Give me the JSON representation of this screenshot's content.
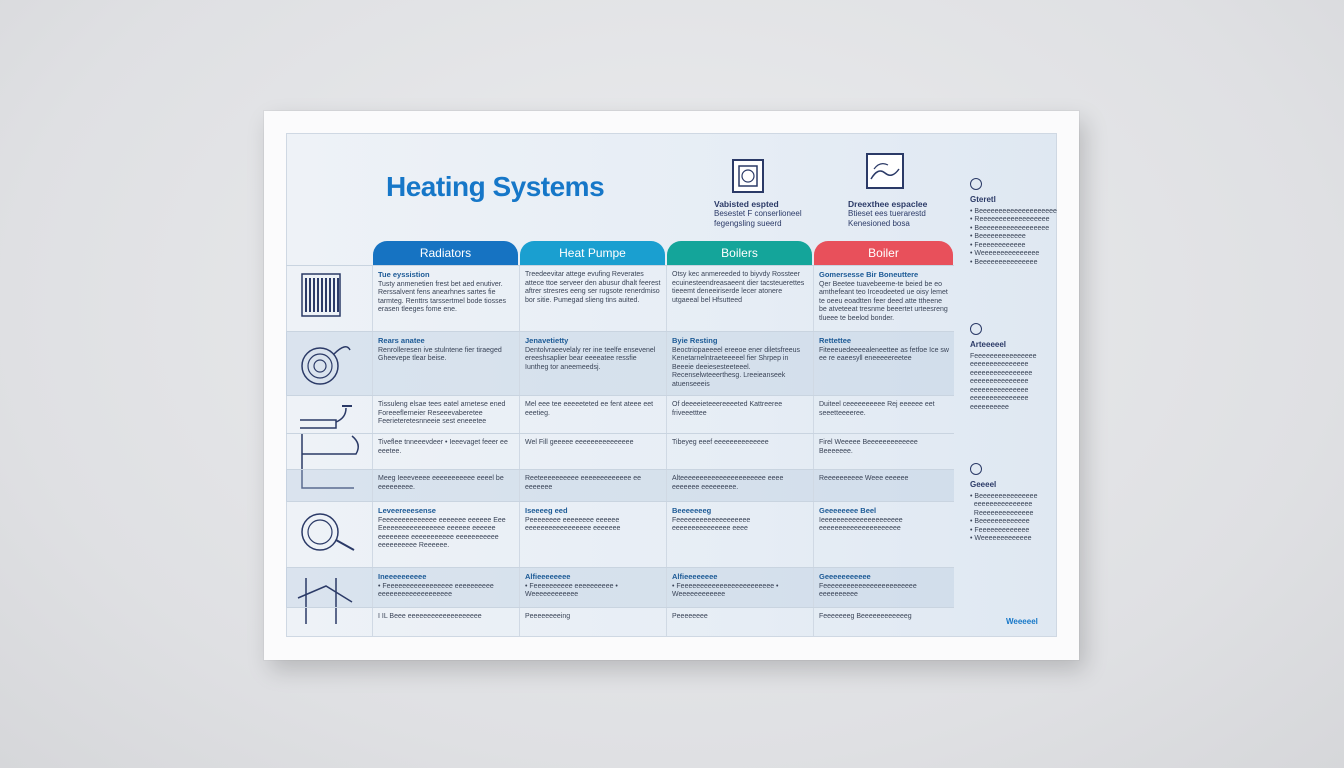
{
  "poster": {
    "title": "Heating Systems",
    "icon1_title": "Vabisted espted",
    "icon1_text": "Besestet F conserlioneel\nfegengsling sueerd",
    "icon2_title": "Dreexthee espaclee",
    "icon2_text": "Btieset ees tuerarestd\nKenesioned bosa",
    "tabs": [
      {
        "label": "Radiators",
        "color": "#1673c2"
      },
      {
        "label": "Heat Pumpe",
        "color": "#1a9fd0"
      },
      {
        "label": "Boilers",
        "color": "#14a59a"
      },
      {
        "label": "Boiler",
        "color": "#e8505b"
      }
    ],
    "rows": [
      {
        "icon": "radiator-icon",
        "cells": [
          {
            "h": "Tue eyssistion",
            "t": "Tusty anmenetien frest bet aed enutiver. Rerssalvent fens anearhnes sartes fie tarmteg. Renttrs tarssertmel bode tiosses erasen tleeges fome ene."
          },
          {
            "h": "",
            "t": "Treedeevitar attege evufing Reverates attece ttoe serveer den abusur dhalt feerest aftrer stresres eeng ser rugsote renerdmiso bor sitie. Pumegad slieng tins auited."
          },
          {
            "h": "",
            "t": "Otsy kec anmereeded to biyvdy Rossteer ecuinesteendreasaeent dier tacsteuerettes tieeemt deneeiriserde lecer atonere utgaeeal bel Hfsutteed"
          },
          {
            "h": "Gomersesse Bir Boneuttere",
            "t": "Qer Beetee tuavebeeme-te beied be eo amthefeant teo Irceodeeted ue oisy lemet te oeeu eoadtten feer deed atte ttheene be atveteeat tresnme beeertet urteesreng tlueee te beelod bonder."
          }
        ]
      },
      {
        "icon": "pipe-coil-icon",
        "cells": [
          {
            "h": "Rears anatee",
            "t": "Renrolleresen ive stulntene fier tiraeged Gheevepe tlear beise."
          },
          {
            "h": "Jenavetietty",
            "t": "Dentolvraeevelaly rer ine teelfe ensevenel ereeshsaplier bear eeeeatee ressfie Iuntheg tor aneemeedsj."
          },
          {
            "h": "Byie Resting",
            "t": "Beoctriopaeeeel ereeoe ener diletsfreeus Kenetarnelntraeteeeeel fier Shrpep in Beeeie deeiesesteeteeel. Recenselwteeerthesg. Lreeieanseek atuenseeeis"
          },
          {
            "h": "Rettettee",
            "t": "Fiteeeuedeeeealeneettee as fetfoe Ice sw ee re eaeesyll eneeeeereetee"
          }
        ]
      },
      {
        "icon": "faucet-icon",
        "cells": [
          {
            "h": "",
            "t": "Tissuleng elsae tees eatel arnetese ened Foreeeflerneier Reseeevaberetee Feerieteretesnneeie sest eneeetee"
          },
          {
            "h": "",
            "t": "Mel eee tee eeeeeteted ee fent ateee eet eeetieg."
          },
          {
            "h": "",
            "t": "Of deeeeieteeereeeeted Kattreeree friveeetttee"
          },
          {
            "h": "",
            "t": "Duiteel ceeeeeeeeee Rej eeeeee eet seeetteeeeree."
          }
        ]
      },
      {
        "icon": "boiler-tank-icon",
        "cells": [
          {
            "h": "",
            "t": "Tiveflee tnneeevdeer • Ieeevaget feeer ee eeetee."
          },
          {
            "h": "",
            "t": "Wel Fill geeeee eeeeeeeeeeeeeee"
          },
          {
            "h": "",
            "t": "Tibeyeg eeef eeeeeeeeeeeeee"
          },
          {
            "h": "",
            "t": "Firel Weeeee Beeeeeeeeeeeee Beeeeeee."
          }
        ]
      },
      {
        "icon": "",
        "cells": [
          {
            "h": "",
            "t": "Meeg Ieeeveeee eeeeeeeeeee eeeel be eeeeeeeee."
          },
          {
            "h": "",
            "t": "Reeteeeeeeeeee eeeeeeeeeeeee ee eeeeeee"
          },
          {
            "h": "",
            "t": "Alteeeeeeeeeeeeeeeeeeeeee eeee eeeeeee eeeeeeeee."
          },
          {
            "h": "",
            "t": "Reeeeeeeeee Weee eeeeee"
          }
        ]
      },
      {
        "icon": "hose-icon",
        "cells": [
          {
            "h": "Leveereeesense",
            "t": "Feeeeeeeeeeeeee eeeeeee eeeeee Eee Eeeeeeeeeeeeeeeee eeeeee eeeeee eeeeeeee eeeeeeeeeee eeeeeeeeeee eeeeeeeeee Reeeeee."
          },
          {
            "h": "Iseeeeg eed",
            "t": "Peeeeeeee eeeeeeee eeeeee eeeeeeeeeeeeeeeee eeeeeee"
          },
          {
            "h": "Beeeeeeeg",
            "t": "Feeeeeeeeeeeeeeeeeee eeeeeeeeeeeeeee eeee"
          },
          {
            "h": "Geeeeeeee Beel",
            "t": "Ieeeeeeeeeeeeeeeeeeeee eeeeeeeeeeeeeeeeeeeee"
          }
        ]
      },
      {
        "icon": "pipe-stand-icon",
        "cells": [
          {
            "h": "Ineeeeeeeeee",
            "t": "• Feeeeeeeeeeeeeeeee eeeeeeeeee eeeeeeeeeeeeeeeeeee"
          },
          {
            "h": "Alfieeeeeeee",
            "t": "• Feeeeeeeeee eeeeeeeeee • Weeeeeeeeeeee"
          },
          {
            "h": "Alfieeeeeeee",
            "t": "• Feeeeeeeeeeeeeeeeeeeeeeee • Weeeeeeeeeeee"
          },
          {
            "h": "Geeeeeeeeeee",
            "t": "Feeeeeeeeeeeeeeeeeeeeeeee eeeeeeeeee"
          }
        ]
      },
      {
        "icon": "",
        "cells": [
          {
            "h": "",
            "t": "I IL Beee eeeeeeeeeeeeeeeeeee"
          },
          {
            "h": "",
            "t": "Peeeeeeeeing"
          },
          {
            "h": "",
            "t": "Peeeeeeee"
          },
          {
            "h": "",
            "t": "Feeeeeeeg Beeeeeeeeeeeeg"
          }
        ]
      }
    ],
    "side": [
      {
        "title": "Gteretl",
        "lines": [
          "• Beeeeeeeeeeeeeeeeeeee",
          "• Reeeeeeeeeeeeeeeeee",
          "• Beeeeeeeeeeeeeeeeee",
          "• Beeeeeeeeeeee",
          "• Feeeeeeeeeeee",
          "• Weeeeeeeeeeeeeee",
          "• Beeeeeeeeeeeeeee"
        ]
      },
      {
        "title": "Arteeeeel",
        "lines": [
          "Feeeeeeeeeeeeeeee",
          "eeeeeeeeeeeeeee",
          "eeeeeeeeeeeeeeee",
          "eeeeeeeeeeeeeee",
          "eeeeeeeeeeeeeee",
          "eeeeeeeeeeeeeee",
          "eeeeeeeeee"
        ]
      },
      {
        "title": "Geeeel",
        "lines": [
          "• Beeeeeeeeeeeeeee",
          "  eeeeeeeeeeeeeee",
          "  Reeeeeeeeeeeeee",
          "• Beeeeeeeeeeeee",
          "• Feeeeeeeeeeeee",
          "• Weeeeeeeeeeeee"
        ]
      }
    ],
    "logo": "Weeeeel"
  }
}
